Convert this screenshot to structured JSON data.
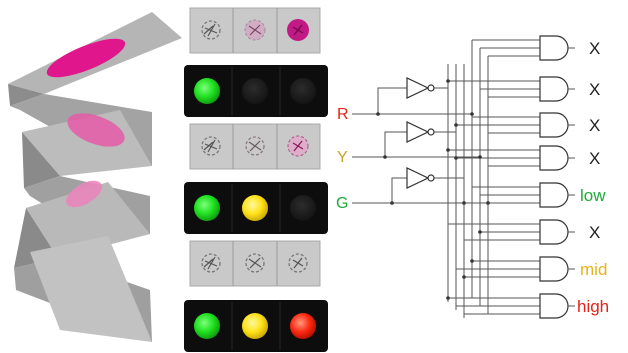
{
  "inputs": [
    {
      "label": "R",
      "color": "#e2231a"
    },
    {
      "label": "Y",
      "color": "#c9a227"
    },
    {
      "label": "G",
      "color": "#1faa3a"
    }
  ],
  "outputs": [
    {
      "label": "X",
      "color": "#222222"
    },
    {
      "label": "X",
      "color": "#222222"
    },
    {
      "label": "X",
      "color": "#222222"
    },
    {
      "label": "X",
      "color": "#222222"
    },
    {
      "label": "low",
      "color": "#1faa3a"
    },
    {
      "label": "X",
      "color": "#222222"
    },
    {
      "label": "mid",
      "color": "#e8b21a"
    },
    {
      "label": "high",
      "color": "#e2231a"
    }
  ],
  "light_panels": [
    {
      "lamps": [
        "green",
        "off",
        "off"
      ]
    },
    {
      "lamps": [
        "green",
        "yellow",
        "off"
      ]
    },
    {
      "lamps": [
        "green",
        "yellow",
        "red"
      ]
    }
  ],
  "colors": {
    "green": "#22dd22",
    "yellow": "#ffe21a",
    "red": "#ff2a12",
    "off": "#1c1c1c",
    "housing": "#0d0d0d",
    "magenta": "#e0168c"
  }
}
